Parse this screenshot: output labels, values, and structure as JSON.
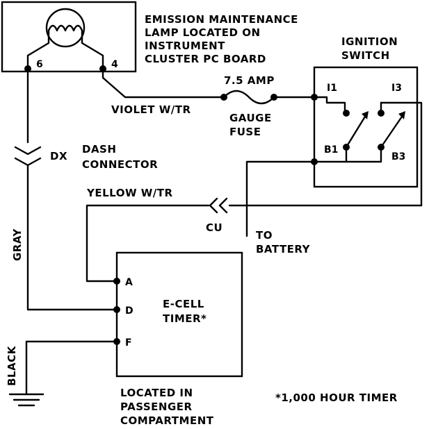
{
  "lamp": {
    "label_lines": [
      "EMISSION MAINTENANCE",
      "LAMP LOCATED ON",
      "INSTRUMENT",
      "CLUSTER PC BOARD"
    ],
    "pin_left": "6",
    "pin_right": "4"
  },
  "ignition_switch": {
    "label_lines": [
      "IGNITION",
      "SWITCH"
    ],
    "terminals": [
      "I1",
      "I3",
      "B1",
      "B3"
    ]
  },
  "fuse": {
    "rating": "7.5 AMP",
    "label_lines": [
      "GAUGE",
      "FUSE"
    ]
  },
  "wires": {
    "violet": "VIOLET W/TR",
    "yellow": "YELLOW W/TR",
    "gray": "GRAY",
    "black": "BLACK"
  },
  "connectors": {
    "dx": "DX",
    "dx_desc_lines": [
      "DASH",
      "CONNECTOR"
    ],
    "cu": "CU"
  },
  "battery": {
    "label_lines": [
      "TO",
      "BATTERY"
    ]
  },
  "timer": {
    "label_lines": [
      "E-CELL",
      "TIMER*"
    ],
    "pins": [
      "A",
      "D",
      "F"
    ]
  },
  "location": {
    "label_lines": [
      "LOCATED IN",
      "PASSENGER",
      "COMPARTMENT"
    ]
  },
  "footnote": "*1,000 HOUR TIMER"
}
